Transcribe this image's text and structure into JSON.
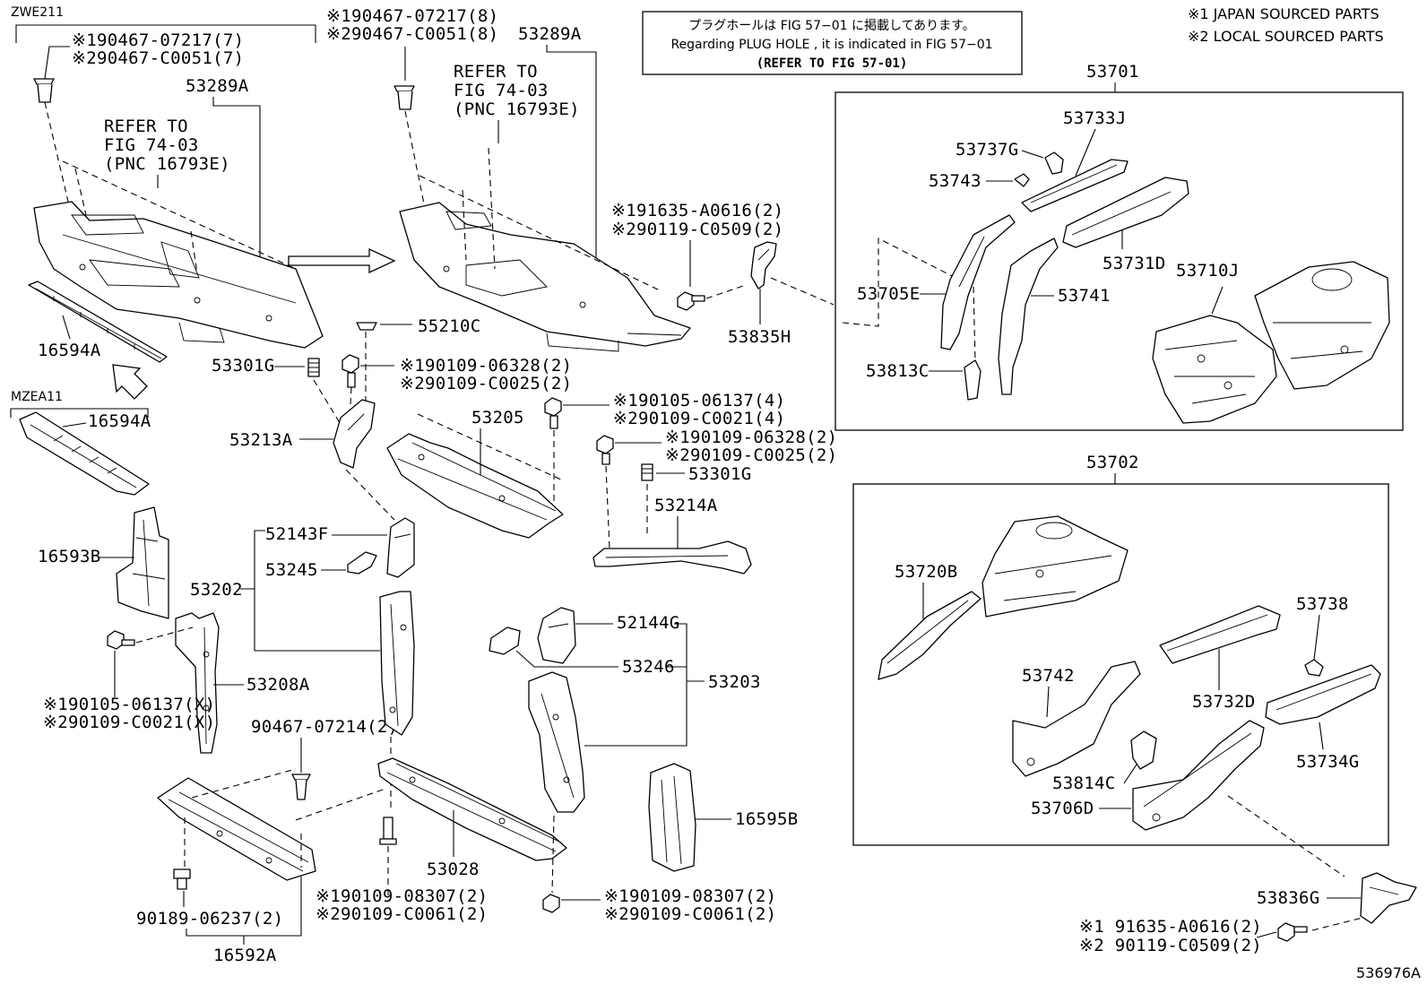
{
  "legend": {
    "japan": "※1  JAPAN SOURCED PARTS",
    "local": "※2  LOCAL SOURCED PARTS"
  },
  "note": {
    "jp": "プラグホールは FIG 57−01 に掲載してあります。",
    "en": "Regarding  PLUG  HOLE , it is indicated in FIG  57−01",
    "ref": "(REFER  TO  FIG  57-01)"
  },
  "figure_id": "536976A",
  "variants": {
    "zwe": "ZWE211",
    "mzea": "MZEA11"
  },
  "refer": {
    "line1": "REFER  TO",
    "line2": "FIG  74-03",
    "line3": "(PNC  16793E)"
  },
  "fasteners": {
    "clip_left_1": "※190467-07217(7)",
    "clip_left_2": "※290467-C0051(7)",
    "clip_mid_1": "※190467-07217(8)",
    "clip_mid_2": "※290467-C0051(8)",
    "bolt_top_1": "※191635-A0616(2)",
    "bolt_top_2": "※290119-C0509(2)",
    "bolt_53213_1": "※190109-06328(2)",
    "bolt_53213_2": "※290109-C0025(2)",
    "bolt_53205_1": "※190105-06137(4)",
    "bolt_53205_2": "※290109-C0021(4)",
    "bolt_53214_1": "※190109-06328(2)",
    "bolt_53214_2": "※290109-C0025(2)",
    "bolt_53208_1": "※190105-06137(X)",
    "bolt_53208_2": "※290109-C0021(X)",
    "clip_90467": "90467-07214(2)",
    "clip_90189": "90189-06237(2)",
    "bolt_53028_1": "※190109-08307(2)",
    "bolt_53028_2": "※290109-C0061(2)",
    "bolt_52144_1": "※190109-08307(2)",
    "bolt_52144_2": "※290109-C0061(2)",
    "bolt_bottom_1": "※1 91635-A0616(2)",
    "bolt_bottom_2": "※2 90119-C0509(2)"
  },
  "parts": {
    "p53289A_left": "53289A",
    "p53289A_mid": "53289A",
    "p16594A_top": "16594A",
    "p16594A_bot": "16594A",
    "p16593B": "16593B",
    "p55210C": "55210C",
    "p53301G_a": "53301G",
    "p53301G_b": "53301G",
    "p53213A": "53213A",
    "p53205": "53205",
    "p53214A": "53214A",
    "p52143F": "52143F",
    "p53245": "53245",
    "p53202": "53202",
    "p53208A": "53208A",
    "p52144G": "52144G",
    "p53246": "53246",
    "p53203": "53203",
    "p16595B": "16595B",
    "p53028": "53028",
    "p16592A": "16592A",
    "p53835H": "53835H",
    "p53701": "53701",
    "p53733J": "53733J",
    "p53737G": "53737G",
    "p53743": "53743",
    "p53731D": "53731D",
    "p53710J": "53710J",
    "p53705E": "53705E",
    "p53741": "53741",
    "p53813C": "53813C",
    "p53702": "53702",
    "p53720B": "53720B",
    "p53738": "53738",
    "p53742": "53742",
    "p53732D": "53732D",
    "p53734G": "53734G",
    "p53814C": "53814C",
    "p53706D": "53706D",
    "p53836G": "53836G"
  }
}
